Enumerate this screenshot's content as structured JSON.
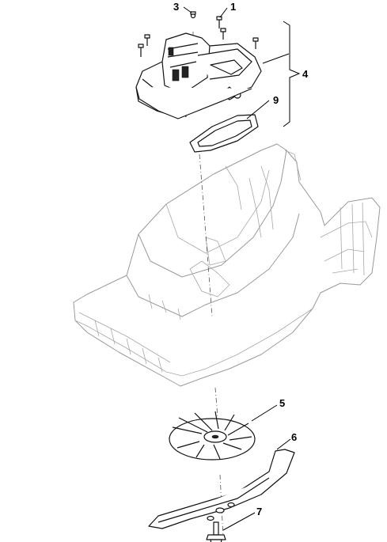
{
  "callouts": [
    {
      "id": "1",
      "label": "1"
    },
    {
      "id": "3",
      "label": "3"
    },
    {
      "id": "4",
      "label": "4"
    },
    {
      "id": "5",
      "label": "5"
    },
    {
      "id": "6",
      "label": "6"
    },
    {
      "id": "7",
      "label": "7"
    },
    {
      "id": "9",
      "label": "9"
    }
  ]
}
